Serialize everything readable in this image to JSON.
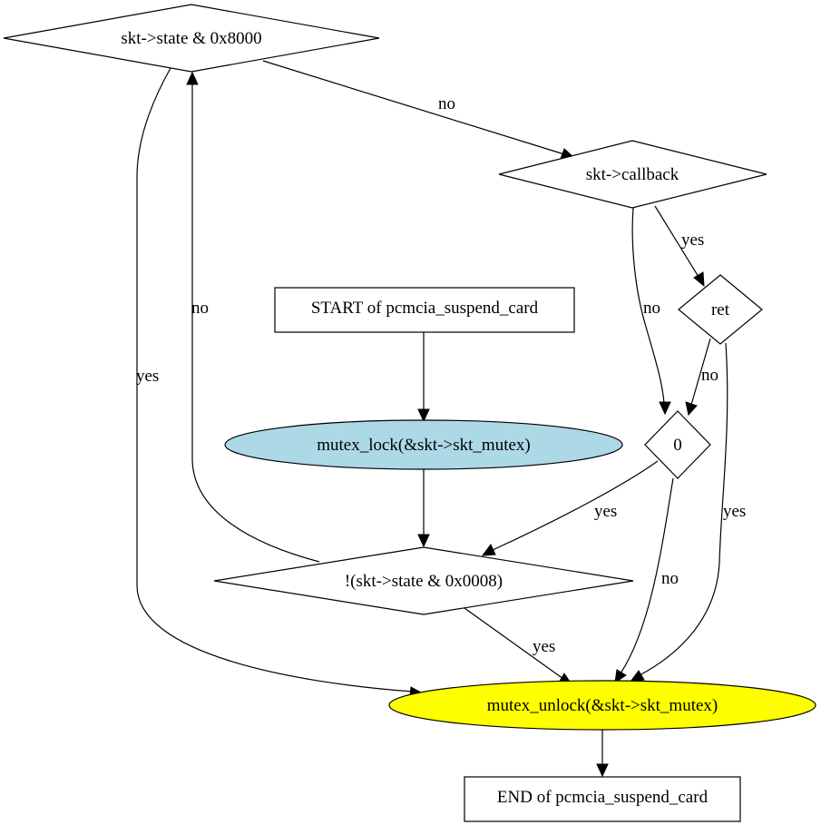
{
  "colors": {
    "lock_fill": "#add8e6",
    "unlock_fill": "#ffff00",
    "default_fill": "#ffffff",
    "stroke": "#000000"
  },
  "nodes": {
    "start": "START of pcmcia_suspend_card",
    "lock": "mutex_lock(&skt->skt_mutex)",
    "check_0008": "!(skt->state & 0x0008)",
    "check_8000": "skt->state & 0x8000",
    "callback": "skt->callback",
    "ret": "ret",
    "zero": "0",
    "unlock": "mutex_unlock(&skt->skt_mutex)",
    "end": "END of pcmcia_suspend_card"
  },
  "edges": {
    "check8000_no": "no",
    "check8000_yes": "yes",
    "check0008_no": "no",
    "check0008_yes": "yes",
    "callback_no": "no",
    "callback_yes": "yes",
    "ret_no": "no",
    "ret_yes": "yes",
    "zero_yes": "yes",
    "zero_no": "no"
  }
}
